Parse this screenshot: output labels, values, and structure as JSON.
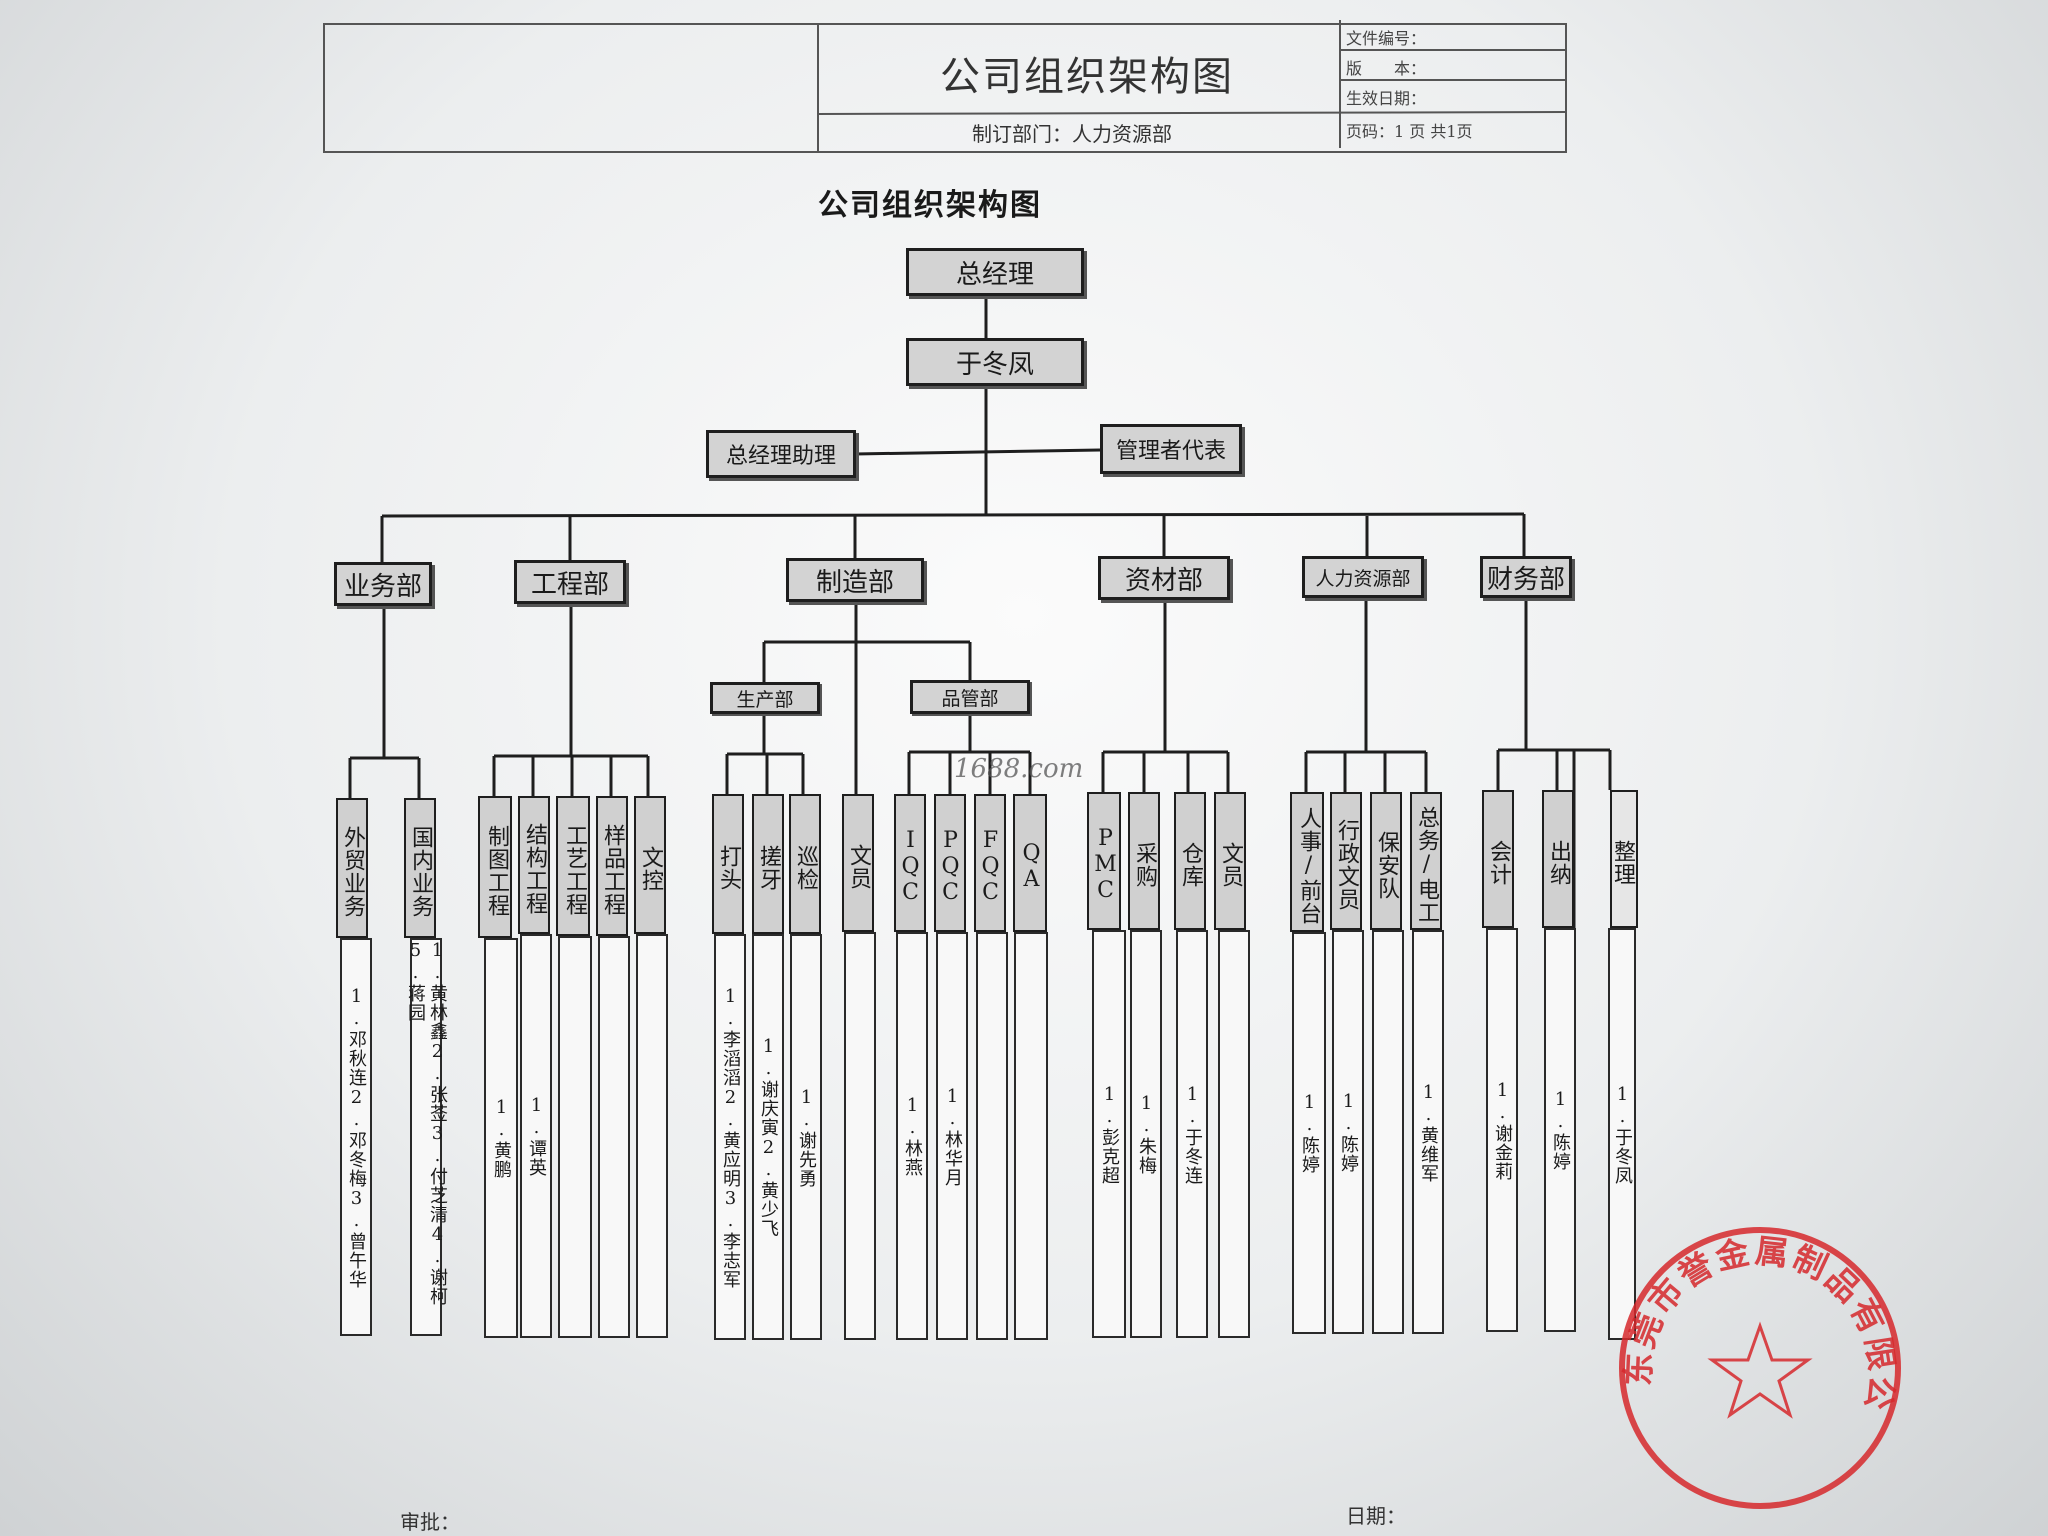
{
  "header": {
    "title": "公司组织架构图",
    "dept": "制订部门：人力资源部",
    "doc_no": "文件编号：",
    "version": "版　　本：",
    "effective": "生效日期：",
    "pages": "页码：1 页 共1页"
  },
  "chart_title": "公司组织架构图",
  "top": {
    "gm": "总经理",
    "gm_name": "于冬凤",
    "assistant": "总经理助理",
    "rep": "管理者代表"
  },
  "departments": [
    {
      "name": "业务部"
    },
    {
      "name": "工程部"
    },
    {
      "name": "制造部"
    },
    {
      "name": "资材部"
    },
    {
      "name": "人力资源部"
    },
    {
      "name": "财务部"
    }
  ],
  "sub": {
    "production": "生产部",
    "quality": "品管部"
  },
  "units": [
    {
      "name": "外贸业务",
      "staff": "1.邓秋连2.邓冬梅3.曾午华"
    },
    {
      "name": "国内业务",
      "staff": "1.黄林鑫2.张莶3.付芝清4.谢柯5.蒋园"
    },
    {
      "name": "制图工程",
      "staff": "1.黄鹏"
    },
    {
      "name": "结构工程",
      "staff": "1.谭英"
    },
    {
      "name": "工艺工程",
      "staff": ""
    },
    {
      "name": "样品工程",
      "staff": ""
    },
    {
      "name": "文控",
      "staff": ""
    },
    {
      "name": "打头",
      "staff": "1.李滔滔2.黄应明3.李志军"
    },
    {
      "name": "搓牙",
      "staff": "1.谢庆寅2.黄少飞"
    },
    {
      "name": "巡检",
      "staff": "1.谢先勇"
    },
    {
      "name": "文员",
      "staff": ""
    },
    {
      "name": "IQC",
      "staff": "1.林燕"
    },
    {
      "name": "PQC",
      "staff": "1.林华月"
    },
    {
      "name": "FQC",
      "staff": ""
    },
    {
      "name": "QA",
      "staff": ""
    },
    {
      "name": "PMC",
      "staff": "1.彭克超"
    },
    {
      "name": "采购",
      "staff": "1.朱梅"
    },
    {
      "name": "仓库",
      "staff": "1.于冬连"
    },
    {
      "name": "文员",
      "staff": ""
    },
    {
      "name": "人事/前台",
      "staff": "1.陈婷"
    },
    {
      "name": "行政文员",
      "staff": "1.陈婷"
    },
    {
      "name": "保安队",
      "staff": ""
    },
    {
      "name": "总务/电工",
      "staff": "1.黄维军"
    },
    {
      "name": "会计",
      "staff": "1.谢金莉"
    },
    {
      "name": "出纳",
      "staff": "1.陈婷"
    },
    {
      "name": "整理",
      "staff": "1.于冬凤"
    }
  ],
  "footer": {
    "review": "审批：",
    "date": "日期："
  },
  "watermark": "1688.com",
  "seal": {
    "text": "东莞市誉金属制品有限公司",
    "color": "#d6282c"
  }
}
